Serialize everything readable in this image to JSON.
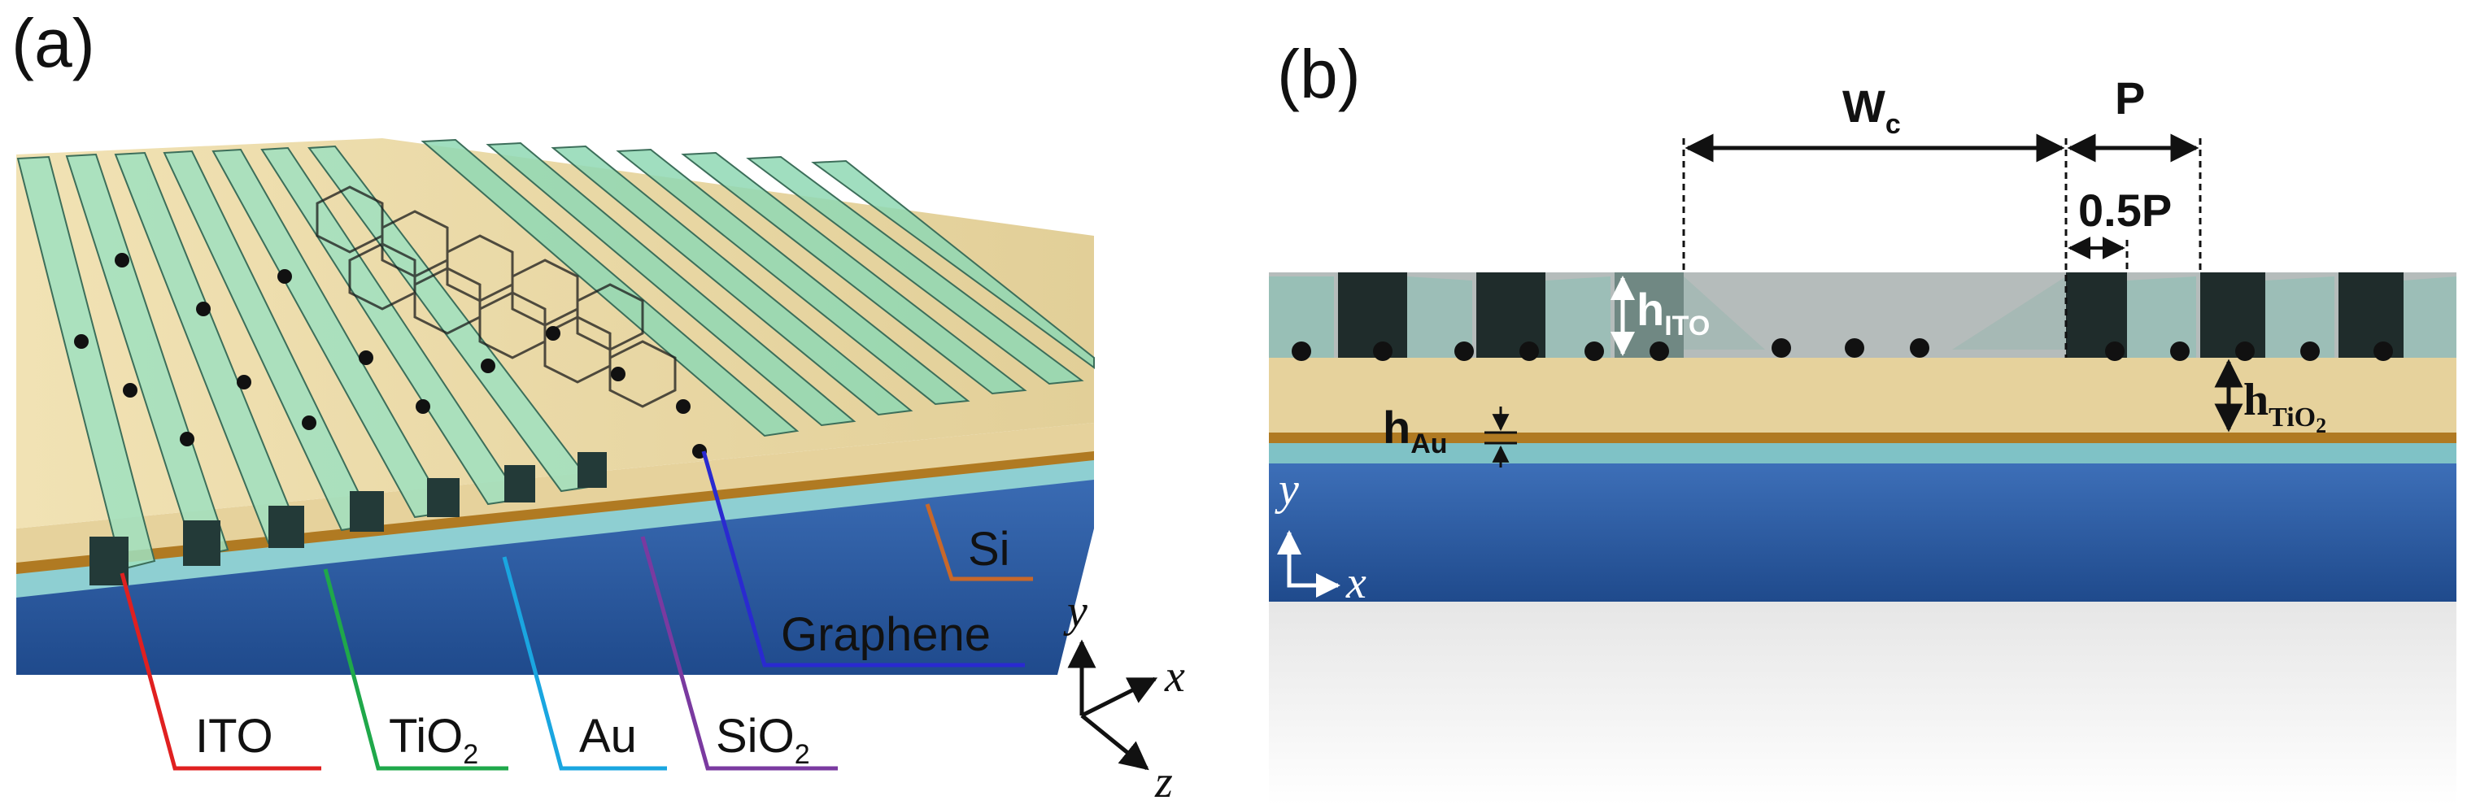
{
  "panel_a": {
    "label": "(a)",
    "layers": [
      {
        "key": "ito",
        "text": "ITO",
        "sub": "",
        "color": "#e02020"
      },
      {
        "key": "tio2",
        "text": "TiO",
        "sub": "2",
        "color": "#1fa84a"
      },
      {
        "key": "au",
        "text": "Au",
        "sub": "",
        "color": "#1aa6e0"
      },
      {
        "key": "sio2",
        "text": "SiO",
        "sub": "2",
        "color": "#7a3aa0"
      },
      {
        "key": "graphene",
        "text": "Graphene",
        "sub": "",
        "color": "#2a2ad0"
      },
      {
        "key": "si",
        "text": "Si",
        "sub": "",
        "color": "#c8682a"
      }
    ],
    "axes": {
      "y": "y",
      "x": "x",
      "z": "z"
    }
  },
  "panel_b": {
    "label": "(b)",
    "dims": {
      "wc": "W",
      "wc_sub": "c",
      "p": "P",
      "half_p": "0.5P",
      "h_ito": "h",
      "h_ito_sub": "ITO",
      "h_tio2": "h",
      "h_tio2_sub": "TiO",
      "h_tio2_sub2": "2",
      "h_au": "h",
      "h_au_sub": "Au"
    },
    "axes": {
      "y": "y",
      "x": "x"
    }
  },
  "colors": {
    "ito": "#bfead4",
    "tio2": "#e9d6a2",
    "au": "#b07a22",
    "sio2": "#7fc2c6",
    "si": "#2d5fa8",
    "graphene": "#1a1a1a"
  }
}
